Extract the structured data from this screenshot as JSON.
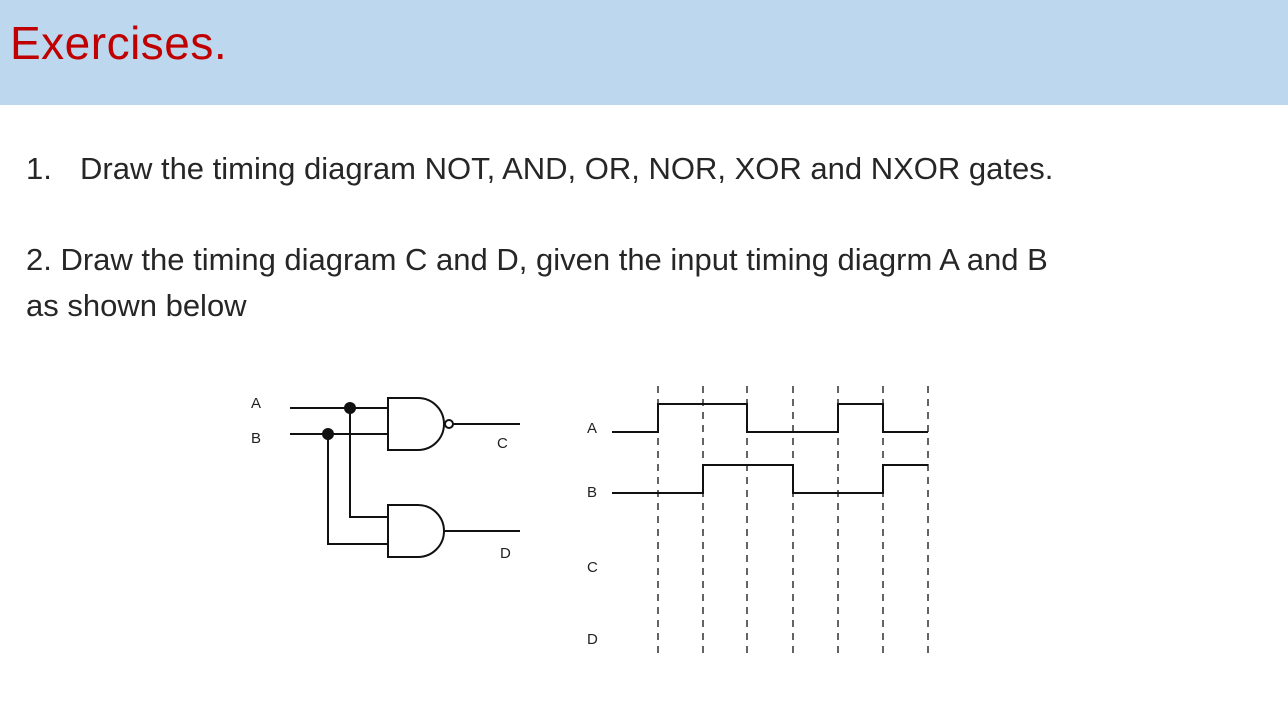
{
  "title": "Exercises.",
  "question1": {
    "number": "1.",
    "text": "Draw the timing diagram NOT, AND, OR, NOR, XOR and NXOR gates."
  },
  "question2": {
    "line1": "2. Draw the timing diagram C and D, given the input timing diagrm A and B",
    "line2": "as shown below"
  },
  "circuit": {
    "input_a": "A",
    "input_b": "B",
    "output_c": "C",
    "output_d": "D"
  },
  "timing": {
    "signal_a": "A",
    "signal_b": "B",
    "signal_c": "C",
    "signal_d": "D",
    "a_levels": [
      0,
      1,
      1,
      0,
      0,
      1,
      0
    ],
    "b_levels": [
      0,
      0,
      1,
      1,
      0,
      0,
      1
    ]
  },
  "colors": {
    "title": "#c00000",
    "title_bar": "#bdd7ee",
    "text": "#262626"
  }
}
